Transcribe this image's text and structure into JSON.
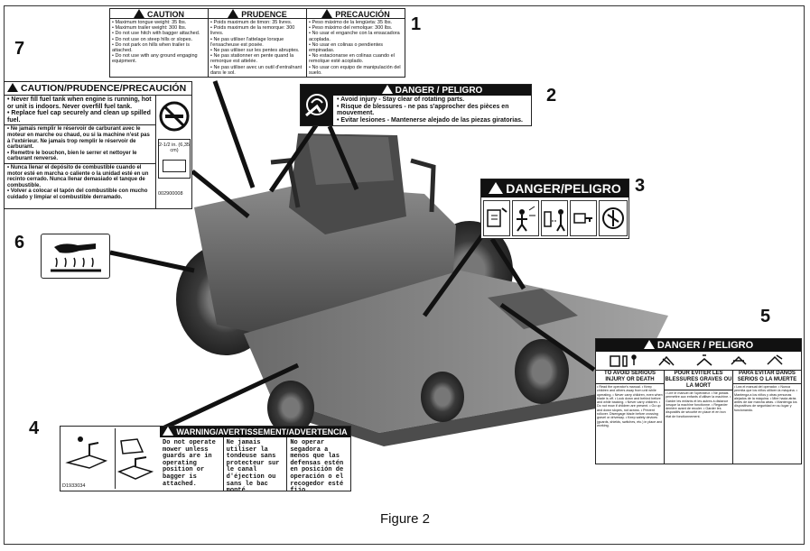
{
  "figure_caption": "Figure 2",
  "callouts": [
    "1",
    "2",
    "3",
    "4",
    "5",
    "6",
    "7"
  ],
  "decal1": {
    "header_en": "CAUTION",
    "header_fr": "PRUDENCE",
    "header_es": "PRECAUCIÓN",
    "col_en": "• Maximum tongue weight: 35 lbs.\n• Maximum trailer weight: 300 lbs.\n• Do not use hitch with bagger attached.\n• Do not use on steep hills or slopes.\n• Do not park on hills when trailer is attached.\n• Do not use with any ground engaging equipment.",
    "col_fr": "• Poids maximum de timon: 35 livres.\n• Poids maximum de la remorque: 300 livres.\n• Ne pas utiliser l'attelage lorsque l'ensacheuse est posée.\n• Ne pas utiliser sur les pentes abruptes.\n• Ne pas stationner en pente quand la remorque est attelée.\n• Ne pas utiliser avec un outil d'entraînant dans le sol.",
    "col_es": "• Peso máximo de la lengüeta: 35 lbs.\n• Peso máximo del remolque: 300 lbs.\n• No usar el enganche con la ensacadora acoplada.\n• No usar en colinas o pendientes empinadas.\n• No estacionarse en colinas cuando el remolque esté acoplado.\n• No usar con equipo de manipulación del suelo."
  },
  "decal2": {
    "header": "DANGER / PELIGRO",
    "lines": [
      "• Avoid injury - Stay clear of rotating parts.",
      "• Risque de blessures - ne pas s'approcher des pièces en mouvement.",
      "• Evitar lesiones - Mantenerse alejado de las piezas giratorias."
    ]
  },
  "decal3": {
    "header": "DANGER/PELIGRO"
  },
  "decal4": {
    "part_number": "D1933034",
    "header": "WARNING/AVERTISSEMENT/ADVERTENCIA",
    "col_en": "Do not operate mower unless guards are in operating position or bagger is attached.",
    "col_fr": "Ne jamais utiliser la tondeuse sans protecteur sur le canal d'éjection ou sans le bac monté.",
    "col_es": "No operar segadora a menos que las defensas estén en posición de operación o el recogedor esté fijo."
  },
  "decal5": {
    "header": "DANGER / PELIGRO",
    "col_en_title": "TO AVOID SERIOUS INJURY OR DEATH",
    "col_fr_title": "POUR ÉVITER LES BLESSURES GRAVES OU LA MORT",
    "col_es_title": "PARA EVITAR DAÑOS SERIOS O LA MUERTE",
    "col_en": "• Read the operator's manual. • Keep children and others away from unit while operating. • Never carry children, even when blade is off. • Look down and behind before and while backing. • Never carry children. • Do not mow if children are present. • Go up and down slopes, not across. • Prevent rollover. Disengage blade before crossing gravel or driveway. • Keep safety devices (guards, shields, switches, etc.) in place and working.",
    "col_fr": "• Lire le manuel de l'opérateur. • Ne jamais permettre aux enfants d'utiliser la machine. • Garder les enfants et les autres à distance lorsque la machine fonctionne. • Regarder derrière avant de reculer. • Garder les dispositifs de sécurité en place et en bon état de fonctionnement.",
    "col_es": "• Lea el manual del operador. • Nunca permita que los niños utilicen la máquina. • Mantenga a los niños y otras personas alejados de la máquina. • Mire hacia atrás antes de dar marcha atrás. • Mantenga los dispositivos de seguridad en su lugar y funcionando."
  },
  "decal7": {
    "header": "CAUTION/PRUDENCE/PRECAUCIÓN",
    "en": "• Never fill fuel tank when engine is running, hot or unit is indoors. Never overfill fuel tank.\n• Replace fuel cap securely and clean up spilled fuel.",
    "fr": "• Ne jamais remplir le réservoir de carburant avec le moteur en marche ou chaud, ou si la machine n'est pas à l'extérieur. Ne jamais trop remplir le réservoir de carburant.\n• Remettre le bouchon, bien le serrer et nettoyer le carburant renversé.",
    "es": "• Nunca llenar el depósito de combustible cuando el motor esté en marcha o caliente o la unidad esté en un recinto cerrado. Nunca llenar demasiado el tanque de combustible.\n• Volver a colocar el tapón del combustible con mucho cuidado y limpiar el combustible derramado.",
    "fill_level": "2-1/2 in. (6,35 cm)",
    "part_number": "002900008"
  },
  "colors": {
    "ink": "#111111",
    "mower_body": "#5a5a5a",
    "mower_dark": "#2f2f2f",
    "mower_light": "#9a9a9a"
  }
}
